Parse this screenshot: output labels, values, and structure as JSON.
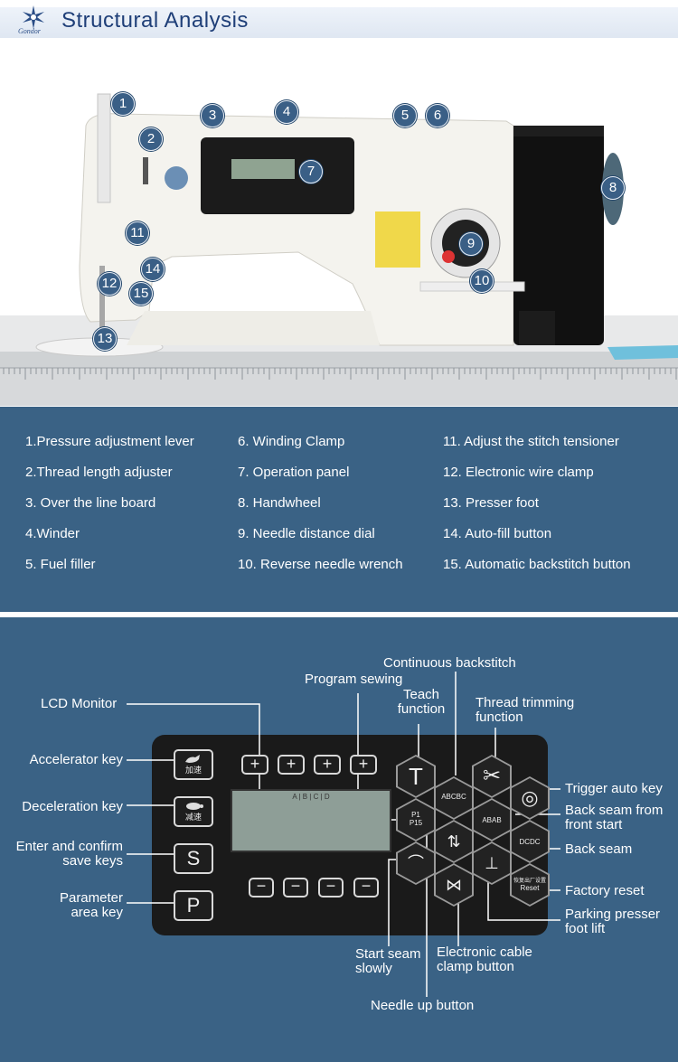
{
  "header": {
    "title": "Structural Analysis",
    "logo_text": "Gondor"
  },
  "callouts": [
    "1",
    "2",
    "3",
    "4",
    "5",
    "6",
    "7",
    "8",
    "9",
    "10",
    "11",
    "12",
    "13",
    "14",
    "15"
  ],
  "legend": {
    "col1": [
      "1.Pressure adjustment lever",
      "2.Thread length adjuster",
      "3. Over the line board",
      "4.Winder",
      "5. Fuel filler"
    ],
    "col2": [
      "6. Winding Clamp",
      "7. Operation panel",
      "8. Handwheel",
      "9. Needle distance dial",
      "10. Reverse needle wrench"
    ],
    "col3": [
      "11. Adjust the stitch tensioner",
      "12. Electronic wire clamp",
      "13. Presser foot",
      "14. Auto-fill button",
      "15. Automatic backstitch button"
    ]
  },
  "panel": {
    "labels": {
      "continuous_backstitch": "Continuous backstitch",
      "program_sewing": "Program sewing",
      "teach_function": "Teach function",
      "thread_trimming": "Thread trimming function",
      "lcd_monitor": "LCD Monitor",
      "accelerator_key": "Accelerator key",
      "deceleration_key": "Deceleration key",
      "enter_confirm": "Enter and confirm save keys",
      "parameter_area": "Parameter area key",
      "trigger_auto": "Trigger auto key",
      "back_seam_front": "Back seam from front start",
      "back_seam": "Back seam",
      "factory_reset": "Factory reset",
      "parking_presser": "Parking presser foot lift",
      "start_seam_slowly": "Start seam slowly",
      "electronic_cable": "Electronic cable clamp button",
      "needle_up": "Needle up button"
    },
    "lcd_scale": "A | B | C | D",
    "key_s": "S",
    "key_p": "P",
    "key_accel_cn": "加速",
    "key_decel_cn": "减速",
    "factory_reset_cn": "恢复出厂设置",
    "factory_reset_en": "Reset",
    "hex_p1": "P1",
    "hex_p15": "P15",
    "hex_abcbc": "ABCBC",
    "hex_abab": "ABAB",
    "hex_dcdc": "DCDC"
  },
  "colors": {
    "bg_blue": "#3a6285",
    "title": "#1f3f78",
    "panel_black": "#1a1a1a"
  }
}
